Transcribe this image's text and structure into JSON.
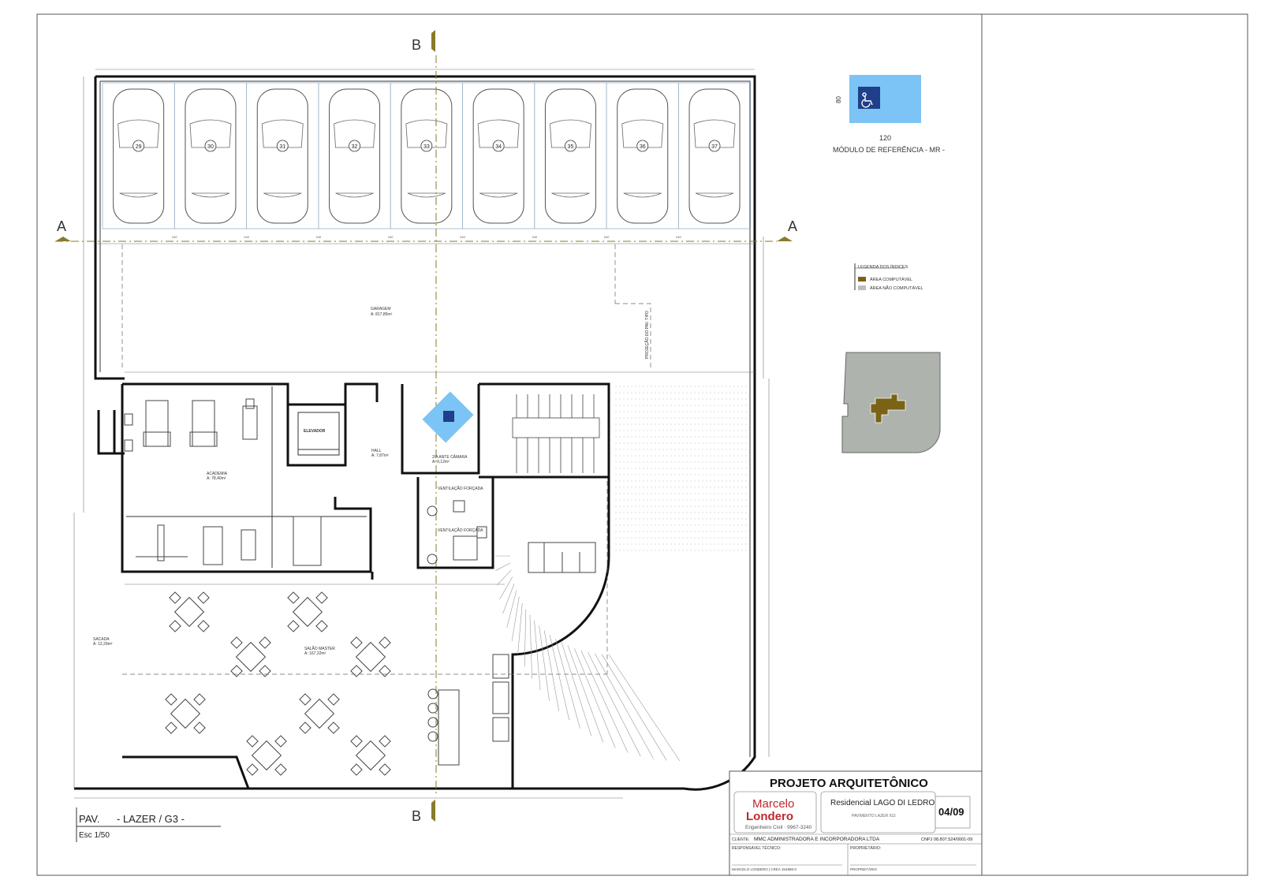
{
  "sections": {
    "b_label": "B",
    "a_label": "A"
  },
  "parking": {
    "spots": [
      "29",
      "30",
      "31",
      "32",
      "33",
      "34",
      "35",
      "36",
      "37"
    ],
    "dim_spot": "240"
  },
  "rooms": {
    "garagem": "GARAGEM",
    "garagem_area": "A: 817,85m²",
    "academia": "ACADEMIA",
    "academia_area": "A: 78,40m²",
    "elevador": "ELEVADOR",
    "hall": "HALL",
    "hall_area": "A: 7,87m²",
    "ante_camara": "2/A ANTE CÂMARA",
    "ante_camara_area": "A: 9,12m²",
    "vent1": "VENTILAÇÃO FORÇADA",
    "vent2": "VENTILAÇÃO FORÇADA",
    "salao": "SALÃO MASTER",
    "salao_area": "A: 167,22m²",
    "sacada": "SACADA",
    "sacada_area": "A: 12,29m²",
    "projecao": "PROJEÇÃO DO PAV. TIPO"
  },
  "module": {
    "label": "MÓDULO DE REFERÊNCIA - MR -",
    "width": "120",
    "height": "80",
    "color": "#7cc4f5",
    "icon": "wheelchair-icon"
  },
  "legend": {
    "title": "LEGENDA DOS ÍNDICES",
    "items": [
      {
        "label": "ÁREA COMPUTÁVEL",
        "color": "#7a6316"
      },
      {
        "label": "ÁREA NÃO COMPUTÁVEL",
        "color": "#bdbdbd"
      }
    ]
  },
  "floor_label": {
    "pav": "PAV.",
    "name": "- LAZER / G3 -",
    "scale": "Esc 1/50"
  },
  "title_block": {
    "title": "PROJETO ARQUITETÔNICO",
    "company_first": "Marcelo",
    "company_last": "Londero",
    "company_sub": "Engenheiro Civil · 9967-3240",
    "project": "Residencial LAGO DI LEDRO",
    "project_sub": "PAVIMENTO LAZER /G3",
    "sheet": "04/09",
    "cliente_label": "CLIENTE:",
    "cliente": "MMC ADMINISTRADORA E INCORPORADORA LTDA",
    "cnpj": "CNPJ 08.807.524/0001-09",
    "resp_label": "RESPONSÁVEL TÉCNICO:",
    "resp": "MARCELO LONDERO | CREA 154886-0",
    "prop_label": "PROPRIETÁRIO:",
    "prop": "PROPRIETÁRIO",
    "brand_red": "#c0282d",
    "brand_dark": "#2b2b2b"
  }
}
